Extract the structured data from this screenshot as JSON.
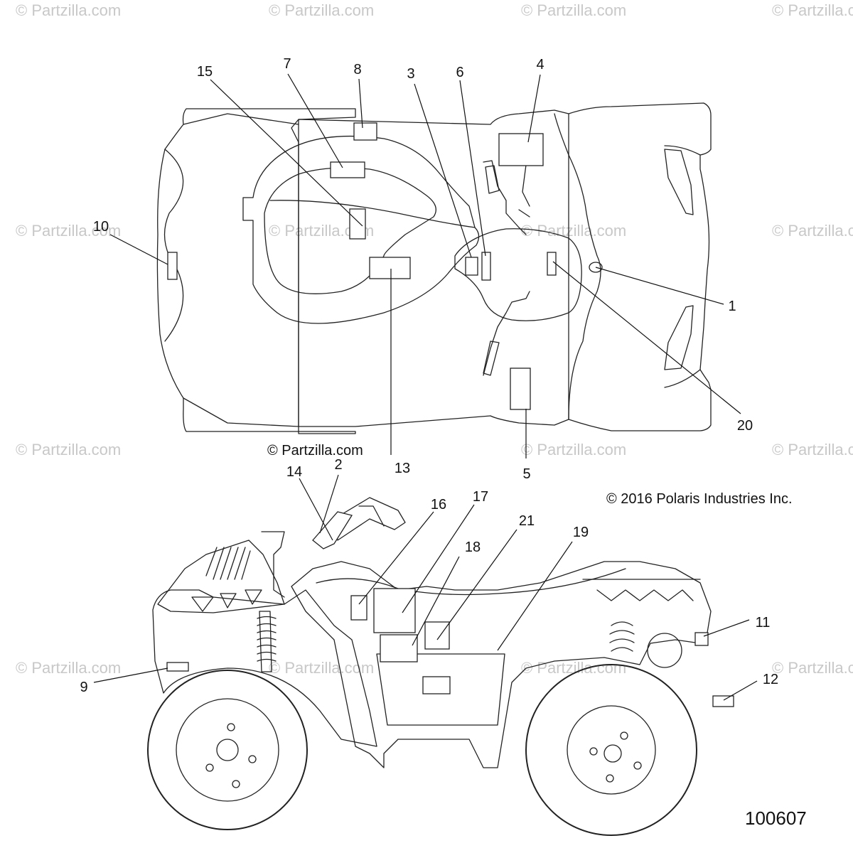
{
  "watermark": "© Partzilla.com",
  "center_watermark": "© Partzilla.com",
  "copyright": "© 2016 Polaris Industries Inc.",
  "figure_number": "100607",
  "callouts": {
    "c1": "1",
    "c2": "2",
    "c3": "3",
    "c4": "4",
    "c5": "5",
    "c6": "6",
    "c7": "7",
    "c8": "8",
    "c9": "9",
    "c10": "10",
    "c11": "11",
    "c12": "12",
    "c13": "13",
    "c14": "14",
    "c15": "15",
    "c16": "16",
    "c17": "17",
    "c18": "18",
    "c19": "19",
    "c20": "20",
    "c21": "21"
  }
}
